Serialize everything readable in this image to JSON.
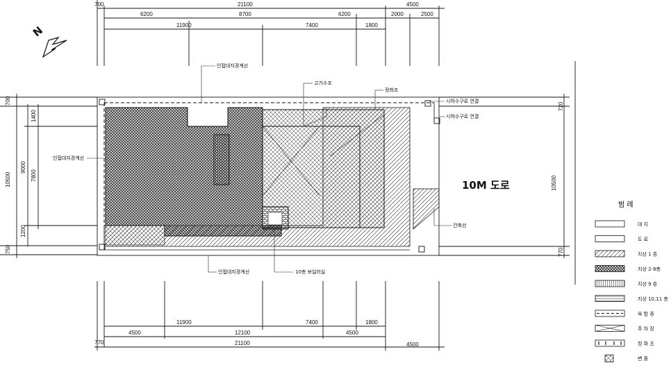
{
  "top_dims": {
    "row1": [
      "21100",
      "4500"
    ],
    "row1_left": "700",
    "row2": [
      "6200",
      "8700",
      "6200",
      "2000",
      "2500"
    ],
    "row3": [
      "11900",
      "7400",
      "1800"
    ]
  },
  "bottom_dims": {
    "row1": [
      "11900",
      "7400",
      "1800"
    ],
    "row2": [
      "4500",
      "12100",
      "4500"
    ],
    "row3": [
      "21100",
      "4500"
    ],
    "row3_left": "770"
  },
  "left_dims": {
    "outer": [
      "700",
      "10500",
      "750"
    ],
    "middle": [
      "9000",
      "1200"
    ],
    "inner": [
      "1400",
      "7800"
    ]
  },
  "right_dims": [
    "720",
    "10500",
    "770"
  ],
  "labels": {
    "top_boundary": "인접대지경계선",
    "left_boundary": "인접대지경계선",
    "bottom_boundary": "인접대지경계선",
    "water_tank": "고가수조",
    "stairs": "정화조",
    "sewer1": "시하수구로 연결",
    "sewer2": "시하수구로 연결",
    "building_line": "건축선",
    "room10": "10층 보일러실",
    "road": "10M 도로",
    "north": "N"
  },
  "legend": {
    "title": "범 례",
    "items": [
      {
        "name": "대 지",
        "pattern": "plain"
      },
      {
        "name": "도 로",
        "pattern": "plain-thin"
      },
      {
        "name": "지상 1 층",
        "pattern": "diag"
      },
      {
        "name": "지상 2-8층",
        "pattern": "dense-diag"
      },
      {
        "name": "지상 9 층",
        "pattern": "vert"
      },
      {
        "name": "지상 10,11 층",
        "pattern": "horiz"
      },
      {
        "name": "옥 탑 층",
        "pattern": "dash"
      },
      {
        "name": "주 차 장",
        "pattern": "cross"
      },
      {
        "name": "정 화 조",
        "pattern": "brackets"
      },
      {
        "name": "변 흙",
        "pattern": "box"
      }
    ]
  }
}
